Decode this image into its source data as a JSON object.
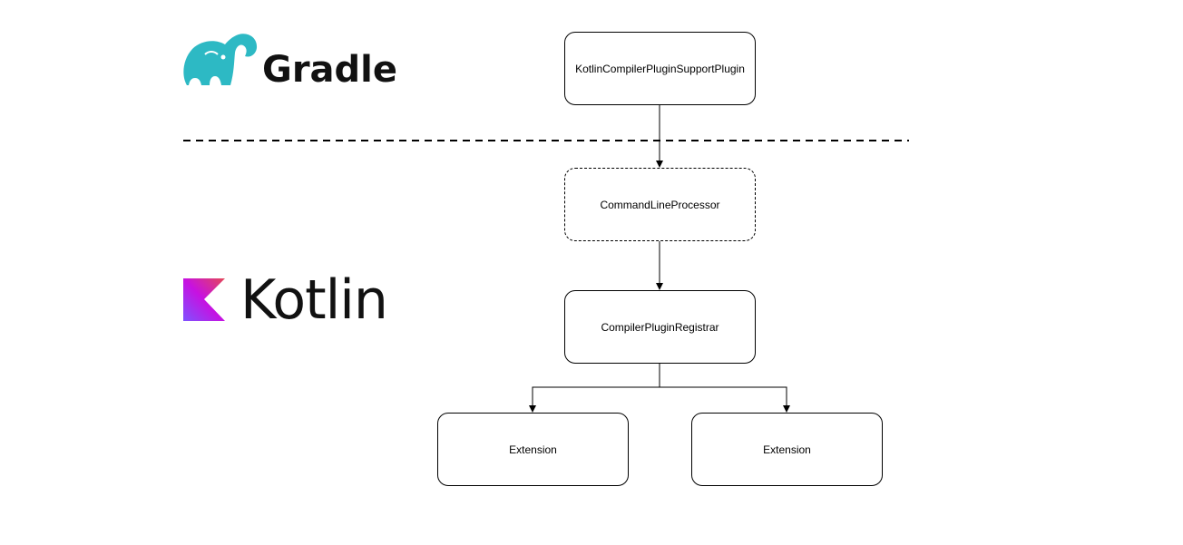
{
  "logos": {
    "gradle": {
      "name": "Gradle",
      "icon": "gradle-elephant-icon",
      "color": "#2db9c4"
    },
    "kotlin": {
      "name": "Kotlin",
      "icon": "kotlin-logo-icon",
      "colors": [
        "#e44857",
        "#c711e1",
        "#7f52ff"
      ]
    }
  },
  "nodes": {
    "support": {
      "label": "KotlinCompilerPluginSupportPlugin",
      "border": "solid"
    },
    "clp": {
      "label": "CommandLineProcessor",
      "border": "dashed"
    },
    "registrar": {
      "label": "CompilerPluginRegistrar",
      "border": "solid"
    },
    "extension_left": {
      "label": "Extension",
      "border": "solid"
    },
    "extension_right": {
      "label": "Extension",
      "border": "solid"
    }
  },
  "separator": {
    "style": "dashed"
  }
}
